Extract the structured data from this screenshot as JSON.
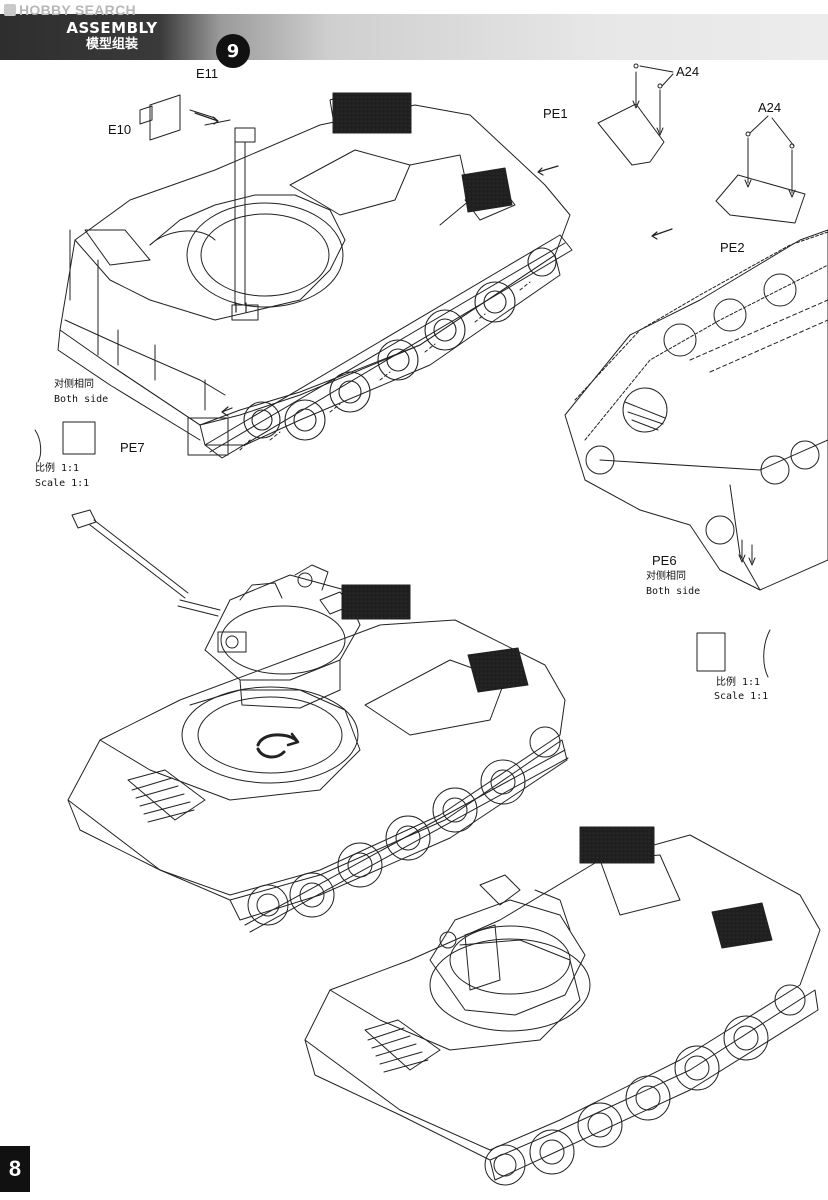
{
  "watermark": "HOBBY SEARCH",
  "header": {
    "title_en": "ASSEMBLY",
    "title_zh": "模型组装",
    "step": "9"
  },
  "part_labels": {
    "e11": "E11",
    "e10": "E10",
    "a24_left": "A24",
    "a24_right": "A24",
    "pe1": "PE1",
    "pe2": "PE2",
    "pe6": "PE6",
    "pe7": "PE7"
  },
  "notes": {
    "left_both_side_zh": "对侧相同",
    "left_both_side_en": "Both side",
    "left_scale_zh": "比例 1:1",
    "left_scale_en": "Scale 1:1",
    "right_both_side_zh": "对侧相同",
    "right_both_side_en": "Both side",
    "right_scale_zh": "比例 1:1",
    "right_scale_en": "Scale 1:1"
  },
  "page_number": "8",
  "colors": {
    "header_dark": "#2e2e2e",
    "header_light": "#ececec",
    "badge": "#111111"
  }
}
